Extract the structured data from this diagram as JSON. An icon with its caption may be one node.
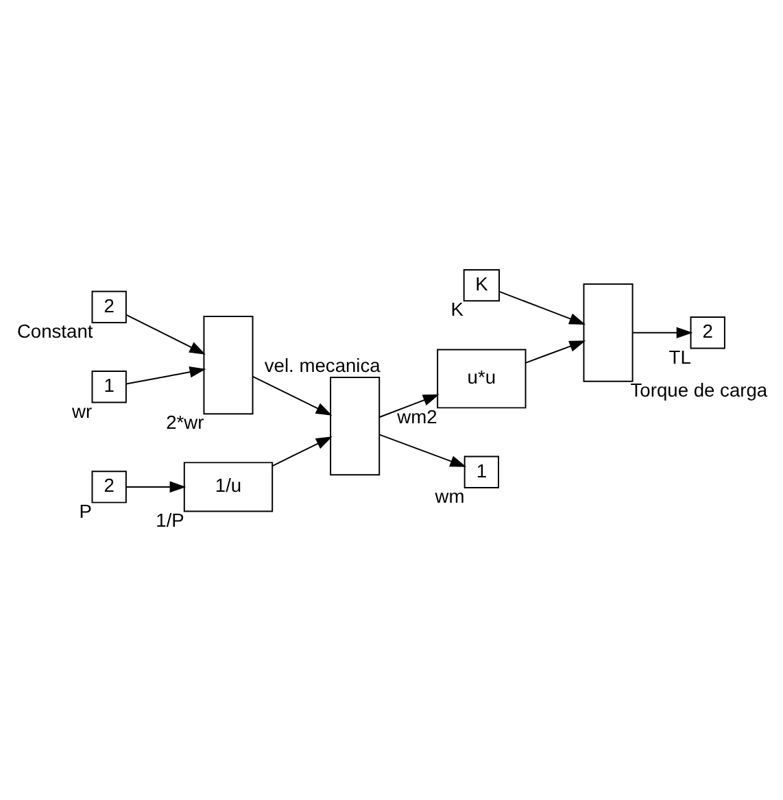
{
  "diagram": {
    "nodes": [
      {
        "text": [
          "K"
        ],
        "beside": [
          "K"
        ]
      },
      {
        "text": [
          "u*u"
        ],
        "beside": [
          "wm2"
        ]
      },
      {
        "text": [],
        "shape": "box",
        "beside": [
          "Torque de carga"
        ]
      },
      {
        "text": [
          "2"
        ],
        "beside": [
          "TL"
        ]
      },
      {
        "text": [
          "2"
        ],
        "beside": [
          "Constant"
        ]
      },
      {
        "text": [
          "1"
        ],
        "beside": [
          "wr"
        ]
      },
      {
        "text": [],
        "shape": "box",
        "beside": [
          "2*wr"
        ]
      },
      {
        "text": [
          "2"
        ],
        "beside": [
          "P"
        ]
      },
      {
        "text": [
          "1/u"
        ],
        "beside": [
          "1/P"
        ]
      },
      {
        "text": [],
        "shape": "box",
        "beside": [
          "vel. mecanica"
        ]
      },
      {
        "text": [
          "1"
        ],
        "beside": [
          "wm"
        ]
      }
    ],
    "edges": [
      {
        "from": 0,
        "to": 2,
        "arrow": "to"
      },
      {
        "from": 1,
        "to": 2,
        "arrow": "to"
      },
      {
        "from": 2,
        "to": 3,
        "arrow": "to"
      },
      {
        "from": 4,
        "to": 6,
        "arrow": "to"
      },
      {
        "from": 5,
        "to": 6,
        "arrow": "to"
      },
      {
        "from": 6,
        "to": 9,
        "arrow": "to"
      },
      {
        "from": 7,
        "to": 8,
        "arrow": "to"
      },
      {
        "from": 8,
        "to": 9,
        "arrow": "to"
      },
      {
        "from": 9,
        "to": 10,
        "arrow": "to"
      },
      {
        "from": 9,
        "to": 1,
        "arrow": "to"
      }
    ]
  }
}
